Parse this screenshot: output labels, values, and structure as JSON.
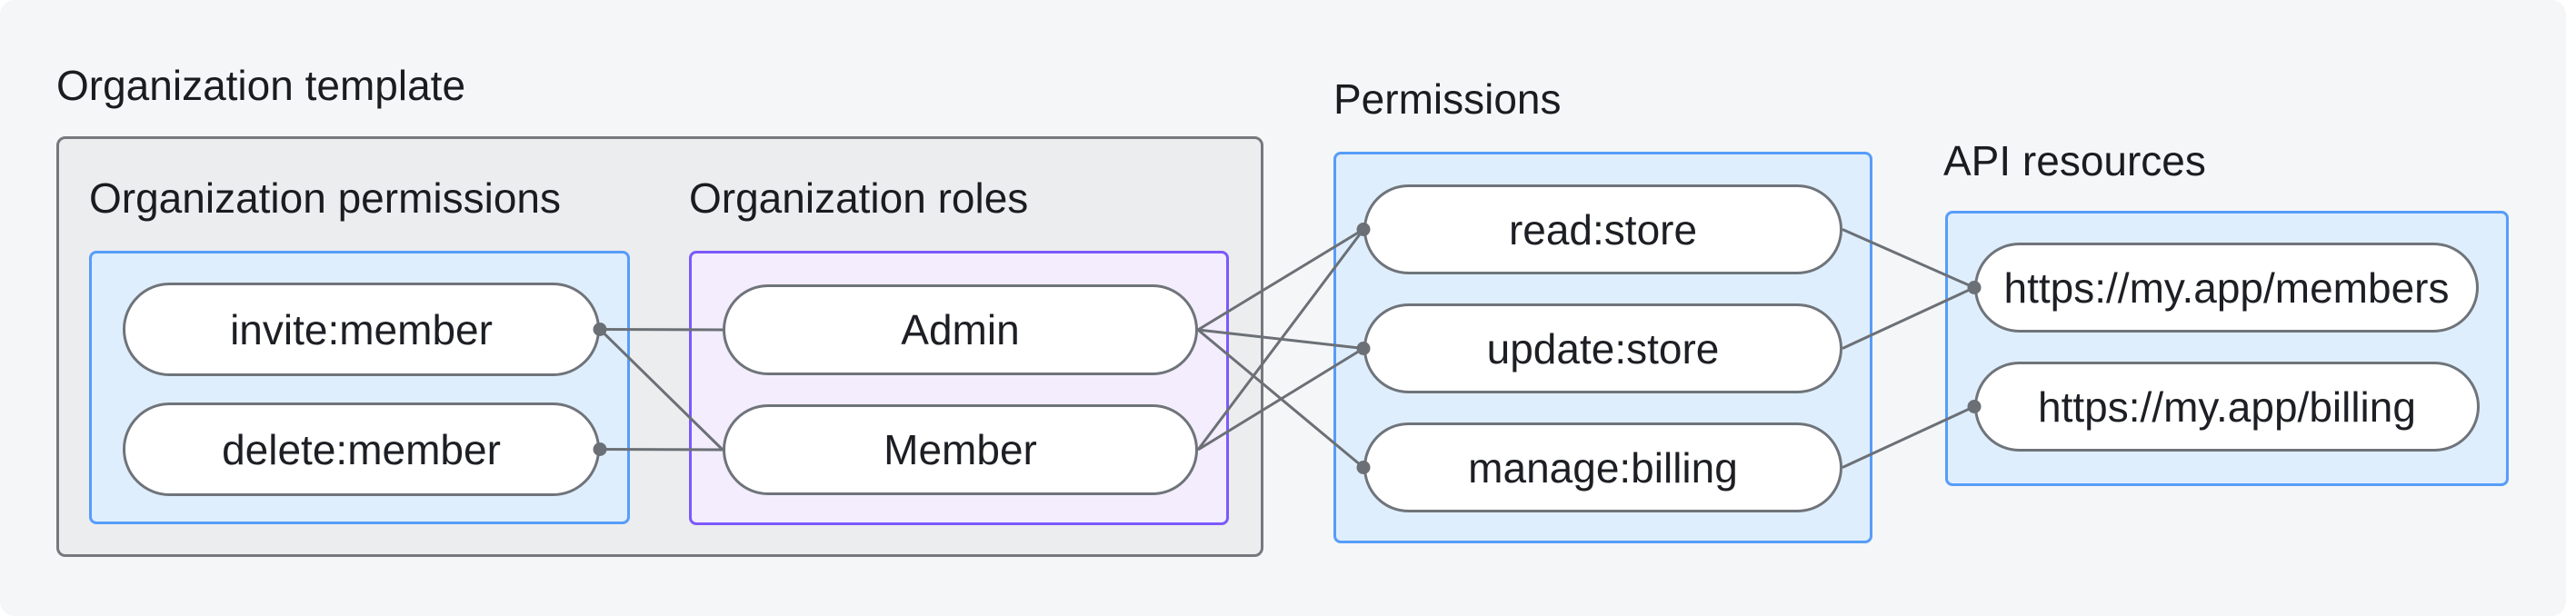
{
  "diagram": {
    "title": "Organization template",
    "sections": {
      "org_template_label": "Organization template",
      "org_permissions_label": "Organization permissions",
      "org_roles_label": "Organization roles",
      "permissions_label": "Permissions",
      "api_resources_label": "API resources"
    },
    "nodes": {
      "invite": {
        "label": "invite:member"
      },
      "delete": {
        "label": "delete:member"
      },
      "admin": {
        "label": "Admin"
      },
      "member": {
        "label": "Member"
      },
      "read": {
        "label": "read:store"
      },
      "update": {
        "label": "update:store"
      },
      "manage": {
        "label": "manage:billing"
      },
      "members_api": {
        "label": "https://my.app/members"
      },
      "billing_api": {
        "label": "https://my.app/billing"
      }
    },
    "edges": [
      {
        "from": "invite",
        "to": "admin"
      },
      {
        "from": "invite",
        "to": "member"
      },
      {
        "from": "delete",
        "to": "member"
      },
      {
        "from": "admin",
        "to": "read"
      },
      {
        "from": "admin",
        "to": "update"
      },
      {
        "from": "admin",
        "to": "manage"
      },
      {
        "from": "member",
        "to": "read"
      },
      {
        "from": "member",
        "to": "update"
      },
      {
        "from": "read",
        "to": "members_api"
      },
      {
        "from": "update",
        "to": "members_api"
      },
      {
        "from": "manage",
        "to": "billing_api"
      }
    ],
    "dots": [
      {
        "node": "invite",
        "side": "right"
      },
      {
        "node": "delete",
        "side": "right"
      },
      {
        "node": "read",
        "side": "left"
      },
      {
        "node": "update",
        "side": "left"
      },
      {
        "node": "manage",
        "side": "left"
      },
      {
        "node": "members_api",
        "side": "left"
      },
      {
        "node": "billing_api",
        "side": "left"
      }
    ],
    "colors": {
      "page_background": "#f5f6f7",
      "container_fill": "#ecedee",
      "container_border": "#75787d",
      "blue_fill": "#dfeefd",
      "blue_border": "#579df9",
      "purple_fill": "#f3edfd",
      "purple_border": "#7c59fb",
      "connector": "#6b7076",
      "pill_border": "#6f747a",
      "text": "#1a1c20"
    }
  }
}
